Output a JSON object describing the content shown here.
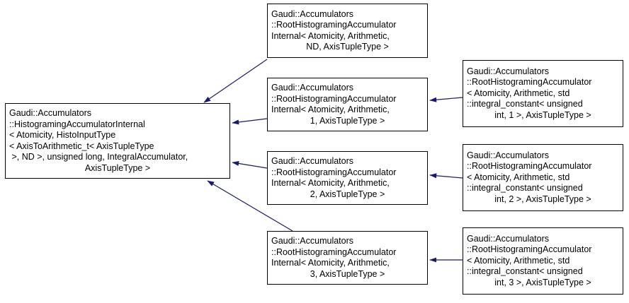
{
  "diagram": {
    "type": "class-inheritance-graph",
    "background": "#ffffff",
    "arrow_color": "#191970",
    "node_border_color": "#000000",
    "node_background": "#ffffff",
    "text_color": "#000000",
    "nodes": {
      "base": {
        "lines": [
          "Gaudi::Accumulators",
          "::HistogramingAccumulatorInternal",
          "< Atomicity, HistoInputType",
          "< AxisToArithmetic_t< AxisTupleType",
          " >, ND >, unsigned long, IntegralAccumulator,",
          "AxisTupleType >"
        ]
      },
      "internal_nd": {
        "lines": [
          "Gaudi::Accumulators",
          "::RootHistogramingAccumulator",
          "Internal< Atomicity, Arithmetic,",
          "ND, AxisTupleType >"
        ]
      },
      "internal_1": {
        "lines": [
          "Gaudi::Accumulators",
          "::RootHistogramingAccumulator",
          "Internal< Atomicity, Arithmetic,",
          "1, AxisTupleType >"
        ]
      },
      "internal_2": {
        "lines": [
          "Gaudi::Accumulators",
          "::RootHistogramingAccumulator",
          "Internal< Atomicity, Arithmetic,",
          "2, AxisTupleType >"
        ]
      },
      "internal_3": {
        "lines": [
          "Gaudi::Accumulators",
          "::RootHistogramingAccumulator",
          "Internal< Atomicity, Arithmetic,",
          "3, AxisTupleType >"
        ]
      },
      "accumulator_1": {
        "lines": [
          "Gaudi::Accumulators",
          "::RootHistogramingAccumulator",
          "< Atomicity, Arithmetic, std",
          "::integral_constant< unsigned",
          "int, 1 >, AxisTupleType >"
        ]
      },
      "accumulator_2": {
        "lines": [
          "Gaudi::Accumulators",
          "::RootHistogramingAccumulator",
          "< Atomicity, Arithmetic, std",
          "::integral_constant< unsigned",
          "int, 2 >, AxisTupleType >"
        ]
      },
      "accumulator_3": {
        "lines": [
          "Gaudi::Accumulators",
          "::RootHistogramingAccumulator",
          "< Atomicity, Arithmetic, std",
          "::integral_constant< unsigned",
          "int, 3 >, AxisTupleType >"
        ]
      }
    }
  }
}
